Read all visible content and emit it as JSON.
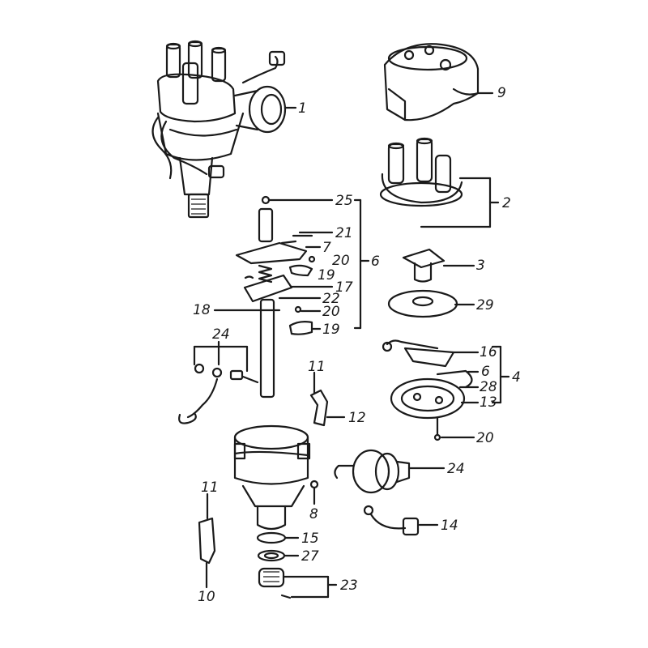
{
  "callouts": {
    "c1": "1",
    "c9": "9",
    "c2": "2",
    "c25": "25",
    "c21": "21",
    "c7": "7",
    "c20a": "20",
    "c6": "6",
    "c19a": "19",
    "c17": "17",
    "c22": "22",
    "c20b": "20",
    "c19b": "19",
    "c18": "18",
    "c3": "3",
    "c29": "29",
    "c24a": "24",
    "c16": "16",
    "c6b": "6",
    "c28": "28",
    "c13": "13",
    "c4": "4",
    "c11a": "11",
    "c12": "12",
    "c20c": "20",
    "c24b": "24",
    "c8": "8",
    "c14": "14",
    "c11b": "11",
    "c15": "15",
    "c27": "27",
    "c23": "23",
    "c10": "10"
  }
}
